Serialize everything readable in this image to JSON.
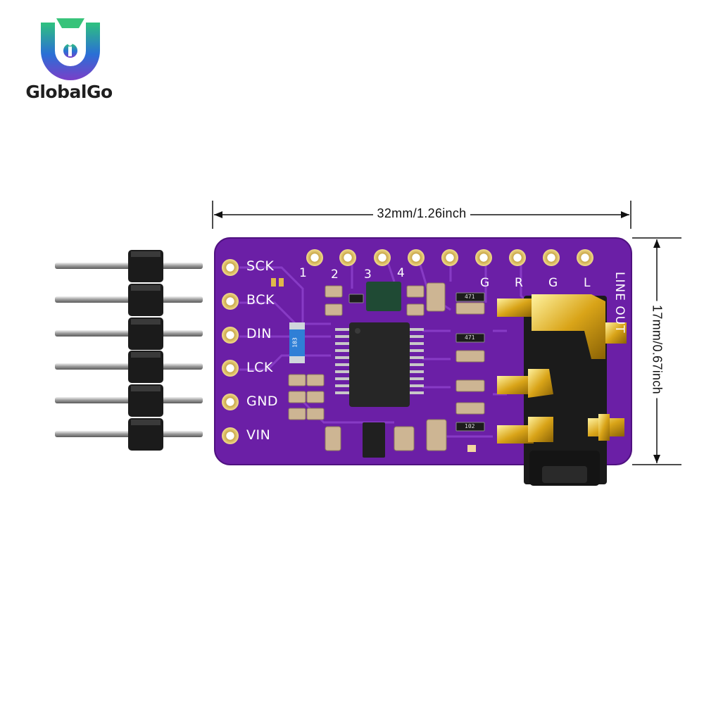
{
  "brand": {
    "name": "GlobalGo"
  },
  "dimensions": {
    "width": "32mm/1.26inch",
    "height": "17mm/0.67inch"
  },
  "board": {
    "color": "#6b1fa6",
    "left_pins": [
      "SCK",
      "BCK",
      "DIN",
      "LCK",
      "GND",
      "VIN"
    ],
    "top_pin_numbers": [
      "1",
      "2",
      "3",
      "4"
    ],
    "top_pin_letters": [
      "G",
      "R",
      "G",
      "L"
    ],
    "side_label": "LINE OUT",
    "resistor_codes": [
      "471",
      "471",
      "102"
    ],
    "blue_resistor_code": "103"
  },
  "header_pins": {
    "count": 6
  }
}
